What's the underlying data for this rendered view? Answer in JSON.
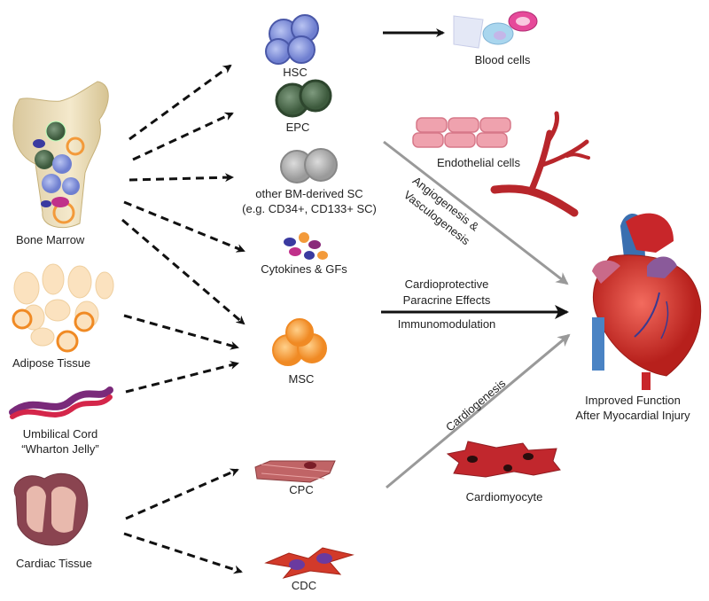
{
  "sources": {
    "bone_marrow": "Bone Marrow",
    "adipose": "Adipose Tissue",
    "umbilical_1": "Umbilical Cord",
    "umbilical_2": "“Wharton Jelly”",
    "cardiac": "Cardiac Tissue"
  },
  "cells": {
    "hsc": "HSC",
    "epc": "EPC",
    "other_1": "other BM-derived SC",
    "other_2": "(e.g. CD34+, CD133+ SC)",
    "cytokines": "Cytokines & GFs",
    "msc": "MSC",
    "cpc": "CPC",
    "cdc": "CDC"
  },
  "outcomes": {
    "blood": "Blood cells",
    "endothelial": "Endothelial cells",
    "cardiomyocyte": "Cardiomyocyte",
    "improved_1": "Improved Function",
    "improved_2": "After Myocardial Injury"
  },
  "effects": {
    "angio_1": "Angiogenesis &",
    "angio_2": "Vasculogenesis",
    "cardioprotective": "Cardioprotective",
    "paracrine": "Paracrine Effects",
    "immuno": "Immunomodulation",
    "cardiogenesis": "Cardiogenesis"
  },
  "colors": {
    "hsc": "#6f7fd0",
    "epc": "#4f6a4f",
    "other": "#a8a8a8",
    "msc": "#f39a3a",
    "heart": "#d8342c",
    "vessel": "#b8262b",
    "endothelial": "#efa2ae",
    "cardio": "#c1272d"
  }
}
